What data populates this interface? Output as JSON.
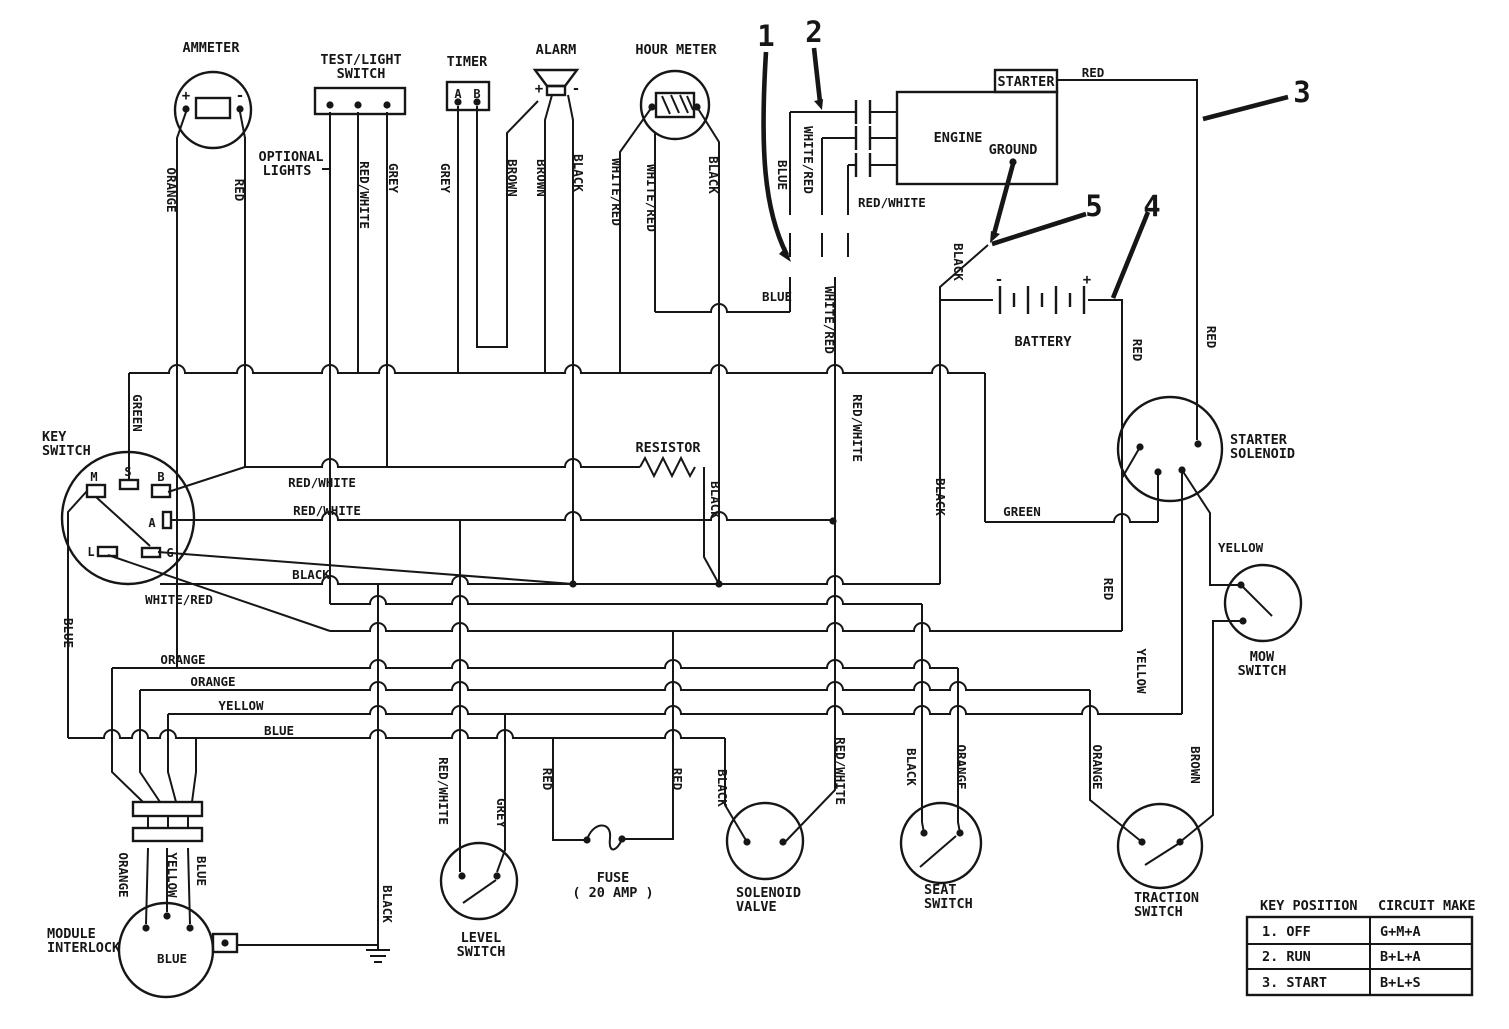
{
  "components": {
    "ammeter": "AMMETER",
    "test_light_1": "TEST/LIGHT",
    "test_light_2": "SWITCH",
    "optional_1": "OPTIONAL",
    "optional_2": "LIGHTS",
    "timer": "TIMER",
    "alarm": "ALARM",
    "hour_meter": "HOUR METER",
    "engine": "ENGINE",
    "starter": "STARTER",
    "ground": "GROUND",
    "battery": "BATTERY",
    "starter_solenoid_1": "STARTER",
    "starter_solenoid_2": "SOLENOID",
    "key_switch_1": "KEY",
    "key_switch_2": "SWITCH",
    "resistor": "RESISTOR",
    "mow_1": "MOW",
    "mow_2": "SWITCH",
    "module_1": "MODULE",
    "module_2": "INTERLOCK",
    "level_1": "LEVEL",
    "level_2": "SWITCH",
    "fuse_1": "FUSE",
    "fuse_2": "( 20 AMP )",
    "valve_1": "SOLENOID",
    "valve_2": "VALVE",
    "seat_1": "SEAT",
    "seat_2": "SWITCH",
    "traction_1": "TRACTION",
    "traction_2": "SWITCH"
  },
  "terminals": {
    "am_plus": "+",
    "am_minus": "-",
    "al_plus": "+",
    "al_minus": "-",
    "bat_minus": "-",
    "bat_plus": "+",
    "timer_a": "A",
    "timer_b": "B",
    "key_m": "M",
    "key_s": "S",
    "key_b": "B",
    "key_a": "A",
    "key_l": "L",
    "key_g": "G"
  },
  "callouts": [
    "1",
    "2",
    "3",
    "4",
    "5"
  ],
  "wire_labels": [
    "ORANGE",
    "RED",
    "RED/WHITE",
    "GREY",
    "GREY",
    "BROWN",
    "BROWN",
    "BLACK",
    "WHITE/RED",
    "WHITE/RED",
    "BLACK",
    "BLUE",
    "WHITE/RED",
    "RED/WHITE",
    "RED",
    "BLUE",
    "WHITE/RED",
    "BLACK",
    "RED/WHITE",
    "BLACK",
    "GREEN",
    "RED",
    "RED",
    "GREEN",
    "RED/WHITE",
    "RED/WHITE",
    "BLACK",
    "WHITE/RED",
    "BLUE",
    "ORANGE",
    "ORANGE",
    "YELLOW",
    "BLUE",
    "BLACK",
    "RED",
    "RED/WHITE",
    "GREY",
    "RED",
    "BLACK",
    "RED/WHITE",
    "BLACK",
    "ORANGE",
    "ORANGE",
    "BROWN",
    "YELLOW",
    "RED",
    "YELLOW",
    "BLACK",
    "ORANGE",
    "YELLOW",
    "BLUE",
    "BLUE"
  ],
  "table": {
    "col1_header": "KEY POSITION",
    "col2_header": "CIRCUIT MAKE",
    "rows": [
      [
        "1. OFF",
        "G+M+A"
      ],
      [
        "2. RUN",
        "B+L+A"
      ],
      [
        "3. START",
        "B+L+S"
      ]
    ]
  },
  "colors": {
    "ink": "#161616",
    "paper": "#ffffff"
  }
}
